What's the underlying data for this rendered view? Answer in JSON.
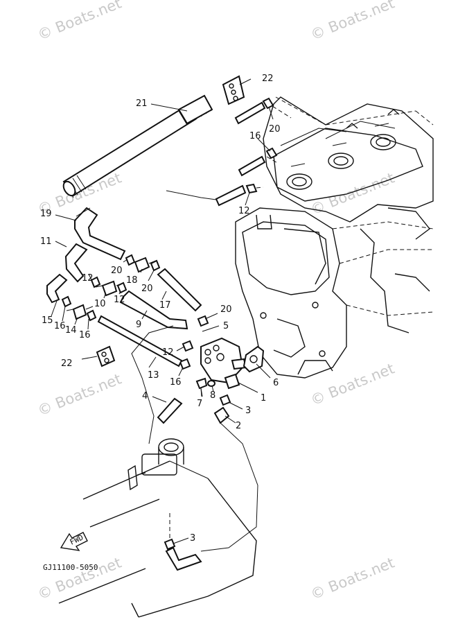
{
  "diagram": {
    "drawing_code": "GJ11100-5050",
    "direction_label": "FWD",
    "watermark_text": "© Boats.net",
    "callouts": [
      {
        "id": "c22a",
        "label": "22"
      },
      {
        "id": "c21",
        "label": "21"
      },
      {
        "id": "c20a",
        "label": "20"
      },
      {
        "id": "c16a",
        "label": "16"
      },
      {
        "id": "c12a",
        "label": "12"
      },
      {
        "id": "c19",
        "label": "19"
      },
      {
        "id": "c11",
        "label": "11"
      },
      {
        "id": "c20b",
        "label": "20"
      },
      {
        "id": "c18",
        "label": "18"
      },
      {
        "id": "c20c",
        "label": "20"
      },
      {
        "id": "c12b",
        "label": "12"
      },
      {
        "id": "c10",
        "label": "10"
      },
      {
        "id": "c12c",
        "label": "12"
      },
      {
        "id": "c17",
        "label": "17"
      },
      {
        "id": "c15",
        "label": "15"
      },
      {
        "id": "c16b",
        "label": "16"
      },
      {
        "id": "c14",
        "label": "14"
      },
      {
        "id": "c16c",
        "label": "16"
      },
      {
        "id": "c9",
        "label": "9"
      },
      {
        "id": "c20d",
        "label": "20"
      },
      {
        "id": "c5",
        "label": "5"
      },
      {
        "id": "c12d",
        "label": "12"
      },
      {
        "id": "c22b",
        "label": "22"
      },
      {
        "id": "c13",
        "label": "13"
      },
      {
        "id": "c16d",
        "label": "16"
      },
      {
        "id": "c6",
        "label": "6"
      },
      {
        "id": "c1",
        "label": "1"
      },
      {
        "id": "c4",
        "label": "4"
      },
      {
        "id": "c7",
        "label": "7"
      },
      {
        "id": "c8",
        "label": "8"
      },
      {
        "id": "c3a",
        "label": "3"
      },
      {
        "id": "c2",
        "label": "2"
      },
      {
        "id": "c3b",
        "label": "3"
      }
    ]
  }
}
